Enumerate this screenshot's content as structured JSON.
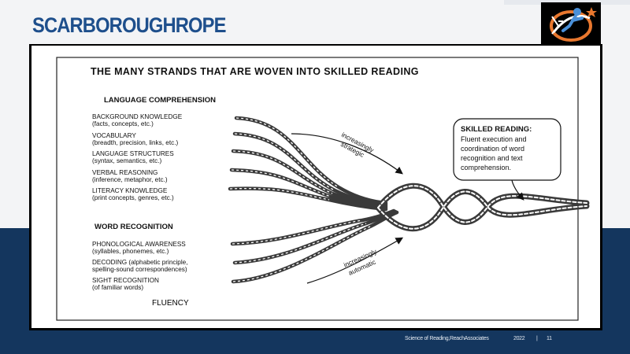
{
  "slide": {
    "title": "SCARBOROUGHROPE",
    "fluency_label": "FLUENCY"
  },
  "diagram": {
    "heading": "THE MANY STRANDS THAT ARE WOVEN INTO SKILLED READING",
    "language_comprehension": {
      "title": "LANGUAGE COMPREHENSION",
      "strands": [
        {
          "name": "BACKGROUND KNOWLEDGE",
          "detail": "(facts, concepts, etc.)"
        },
        {
          "name": "VOCABULARY",
          "detail": "(breadth, precision, links, etc.)"
        },
        {
          "name": "LANGUAGE STRUCTURES",
          "detail": "(syntax, semantics, etc.)"
        },
        {
          "name": "VERBAL REASONING",
          "detail": "(inference, metaphor, etc.)"
        },
        {
          "name": "LITERACY KNOWLEDGE",
          "detail": "(print concepts, genres, etc.)"
        }
      ]
    },
    "word_recognition": {
      "title": "WORD RECOGNITION",
      "strands": [
        {
          "name": "PHONOLOGICAL AWARENESS",
          "detail": "(syllables, phonemes, etc.)"
        },
        {
          "name": "DECODING (alphabetic principle,",
          "detail": "spelling-sound correspondences)"
        },
        {
          "name": "SIGHT RECOGNITION",
          "detail": "(of familiar words)"
        }
      ]
    },
    "arrow_top": [
      "increasingly",
      "strategic"
    ],
    "arrow_bottom": [
      "increasingly",
      "automatic"
    ],
    "skilled_reading": {
      "title": "SKILLED READING:",
      "lines": [
        "Fluent execution and",
        "coordination of word",
        "recognition and text",
        "comprehension."
      ]
    }
  },
  "footer": {
    "source": "Science    of  Reading,ReachAssociates",
    "year": "2022",
    "separator": "|",
    "page": "11"
  },
  "colors": {
    "title_blue": "#1e4f8c",
    "navy_band": "#14365e",
    "rope": "#3a3a3a"
  }
}
